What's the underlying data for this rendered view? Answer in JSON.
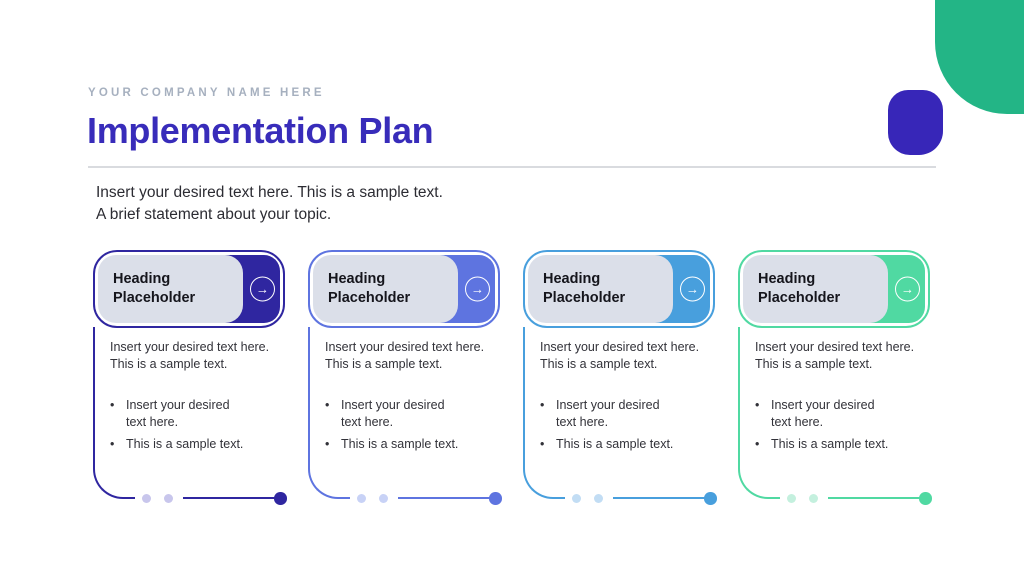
{
  "header": {
    "company_name": "YOUR COMPANY NAME HERE",
    "title": "Implementation Plan",
    "subtitle_line1": "Insert your desired text here. This is a sample text.",
    "subtitle_line2": "A brief statement about your topic."
  },
  "icons": {
    "arrow": "→",
    "bullet": "•"
  },
  "colors": {
    "title": "#382cba",
    "company_name": "#a6b0bf",
    "divider": "#d9dbdf",
    "corner_green": "#23b586",
    "corner_blue": "#3726b8",
    "heading_pill_bg": "#dbdfe9",
    "body_text": "#323239"
  },
  "cards": [
    {
      "heading_line1": "Heading",
      "heading_line2": "Placeholder",
      "body_line1": "Insert your desired text here.",
      "body_line2": "This is a sample text.",
      "bullet1_line1": "Insert your desired",
      "bullet1_line2": "text here.",
      "bullet2": "This is a sample text.",
      "accent": "#2f26a0",
      "accent_light": "#c8c6ec"
    },
    {
      "heading_line1": "Heading",
      "heading_line2": "Placeholder",
      "body_line1": "Insert your desired text here.",
      "body_line2": "This is a sample text.",
      "bullet1_line1": "Insert your desired",
      "bullet1_line2": "text here.",
      "bullet2": "This is a sample text.",
      "accent": "#5e74e0",
      "accent_light": "#c8d2f6"
    },
    {
      "heading_line1": "Heading",
      "heading_line2": "Placeholder",
      "body_line1": "Insert your desired text here.",
      "body_line2": "This is a sample text.",
      "bullet1_line1": "Insert your desired",
      "bullet1_line2": "text here.",
      "bullet2": "This is a sample text.",
      "accent": "#489fdd",
      "accent_light": "#c2ddf4"
    },
    {
      "heading_line1": "Heading",
      "heading_line2": "Placeholder",
      "body_line1": "Insert your desired text here.",
      "body_line2": "This is a sample text.",
      "bullet1_line1": "Insert your desired",
      "bullet1_line2": "text here.",
      "bullet2": "This is a sample text.",
      "accent": "#50d9a2",
      "accent_light": "#c4f0de"
    }
  ]
}
